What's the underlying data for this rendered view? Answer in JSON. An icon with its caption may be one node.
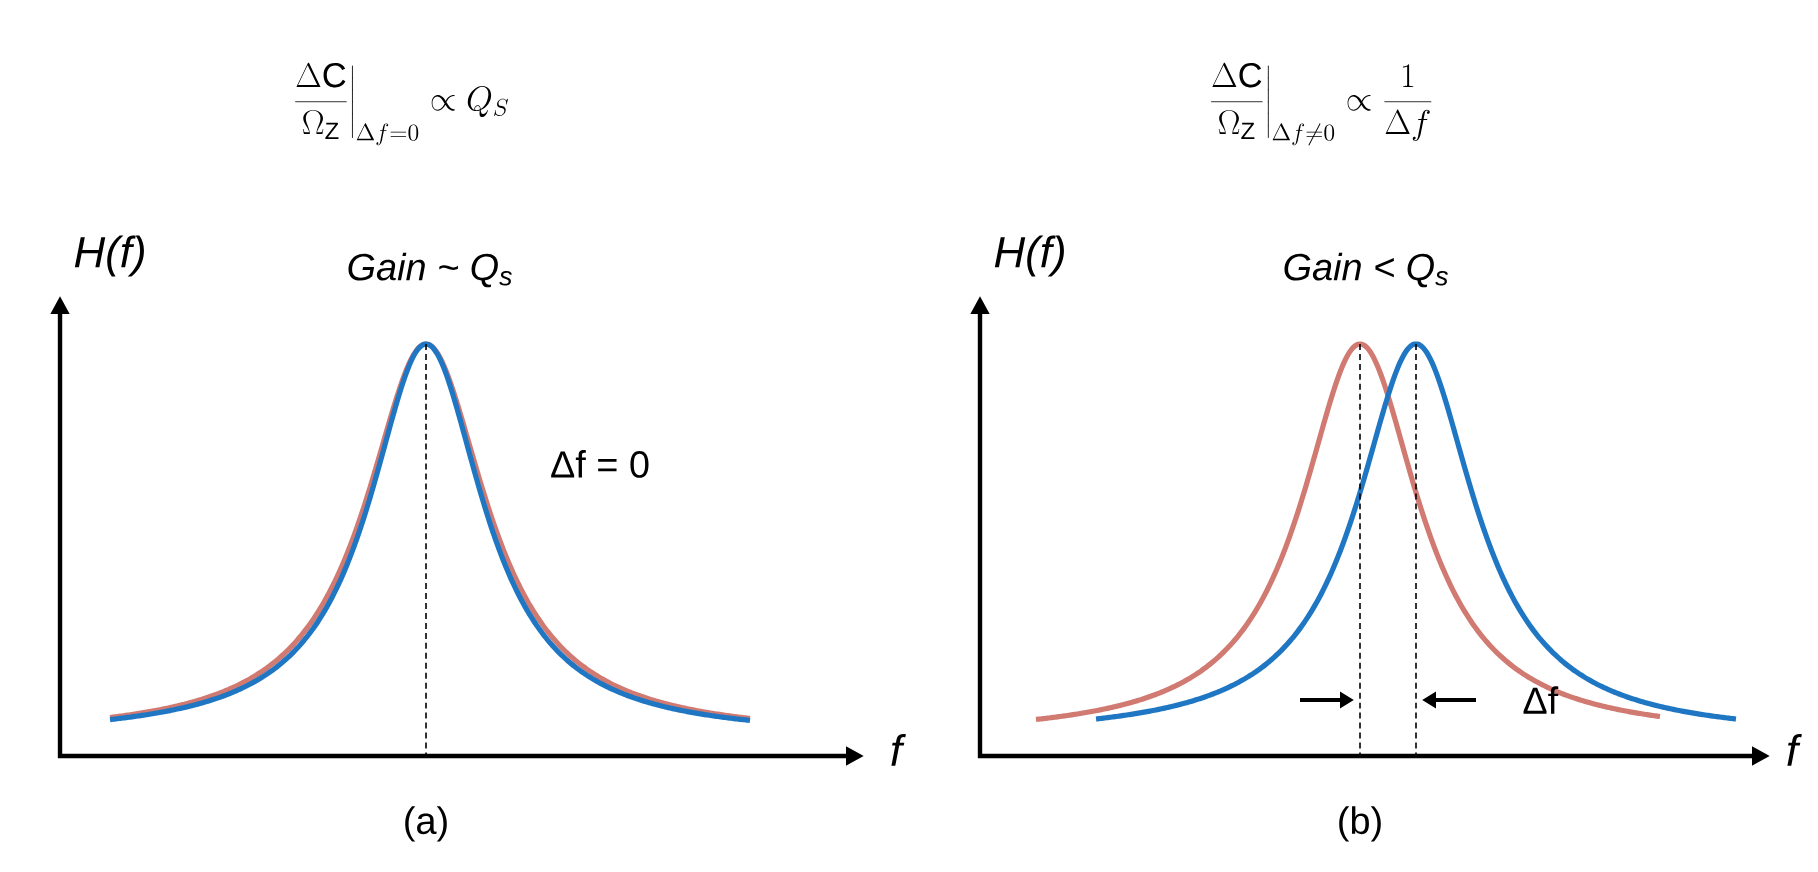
{
  "diagram": {
    "labels": [
      "\\left.\\frac{\\Delta \\mathrm{C}}{\\Omega_{\\mathrm{Z}}}\\right|_{\\Delta f=0} \\propto Q_{S}",
      "\\left.\\frac{\\Delta \\mathrm{C}}{\\Omega_{\\mathrm{Z}}}\\right|_{\\Delta f\\neq 0} \\propto \\frac{1}{\\Delta f}",
      "H(f)",
      "Gain ~ Q$_{s}$",
      "Δf = 0",
      "f",
      "(a)",
      "H(f)",
      "Gain < Q$_{s}$",
      "Δf",
      "f",
      "(b)"
    ]
  }
}
